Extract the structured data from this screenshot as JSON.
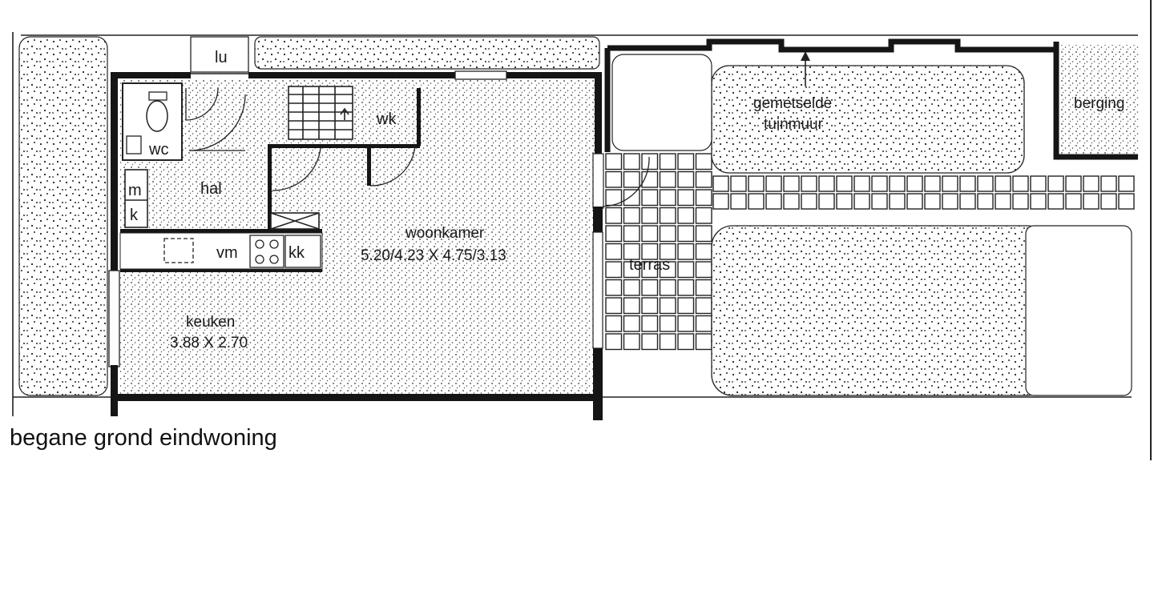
{
  "caption": "begane grond eindwoning",
  "rooms": {
    "lu": "lu",
    "wc": "wc",
    "wk": "wk",
    "hal": "hal",
    "m": "m",
    "k": "k",
    "vm": "vm",
    "kk": "kk",
    "woonkamer": "woonkamer",
    "woonkamer_dims": "5.20/4.23 X 4.75/3.13",
    "keuken": "keuken",
    "keuken_dims": "3.88 X 2.70",
    "terras": "terras",
    "berging": "berging"
  },
  "annotations": {
    "wall_line1": "gemetselde",
    "wall_line2": "tuinmuur"
  }
}
